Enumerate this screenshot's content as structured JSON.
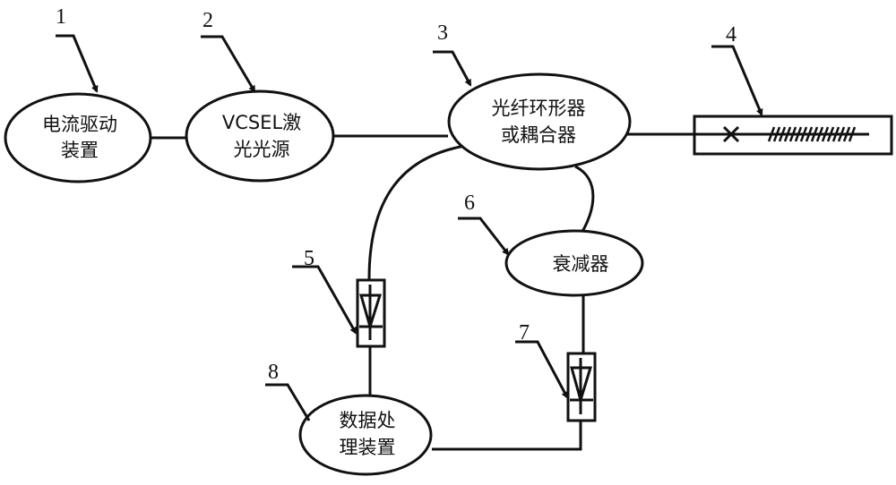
{
  "diagram": {
    "type": "optical-system-schematic",
    "components": [
      {
        "id": "1",
        "number": "1",
        "lines": [
          "电流驱动",
          "装置"
        ],
        "shape": "ellipse"
      },
      {
        "id": "2",
        "number": "2",
        "lines": [
          "VCSEL激",
          "光光源"
        ],
        "shape": "ellipse"
      },
      {
        "id": "3",
        "number": "3",
        "lines": [
          "光纤环形器",
          "或耦合器"
        ],
        "shape": "ellipse"
      },
      {
        "id": "4",
        "number": "4",
        "lines": [],
        "shape": "fiber-grating-box"
      },
      {
        "id": "5",
        "number": "5",
        "lines": [],
        "shape": "photodiode"
      },
      {
        "id": "6",
        "number": "6",
        "lines": [
          "衰减器"
        ],
        "shape": "ellipse"
      },
      {
        "id": "7",
        "number": "7",
        "lines": [],
        "shape": "photodiode"
      },
      {
        "id": "8",
        "number": "8",
        "lines": [
          "数据处",
          "理装置"
        ],
        "shape": "ellipse"
      }
    ],
    "connections": [
      [
        "1",
        "2"
      ],
      [
        "2",
        "3"
      ],
      [
        "3",
        "4"
      ],
      [
        "3",
        "5"
      ],
      [
        "3",
        "6"
      ],
      [
        "6",
        "7"
      ],
      [
        "5",
        "8"
      ],
      [
        "7",
        "8"
      ]
    ]
  }
}
